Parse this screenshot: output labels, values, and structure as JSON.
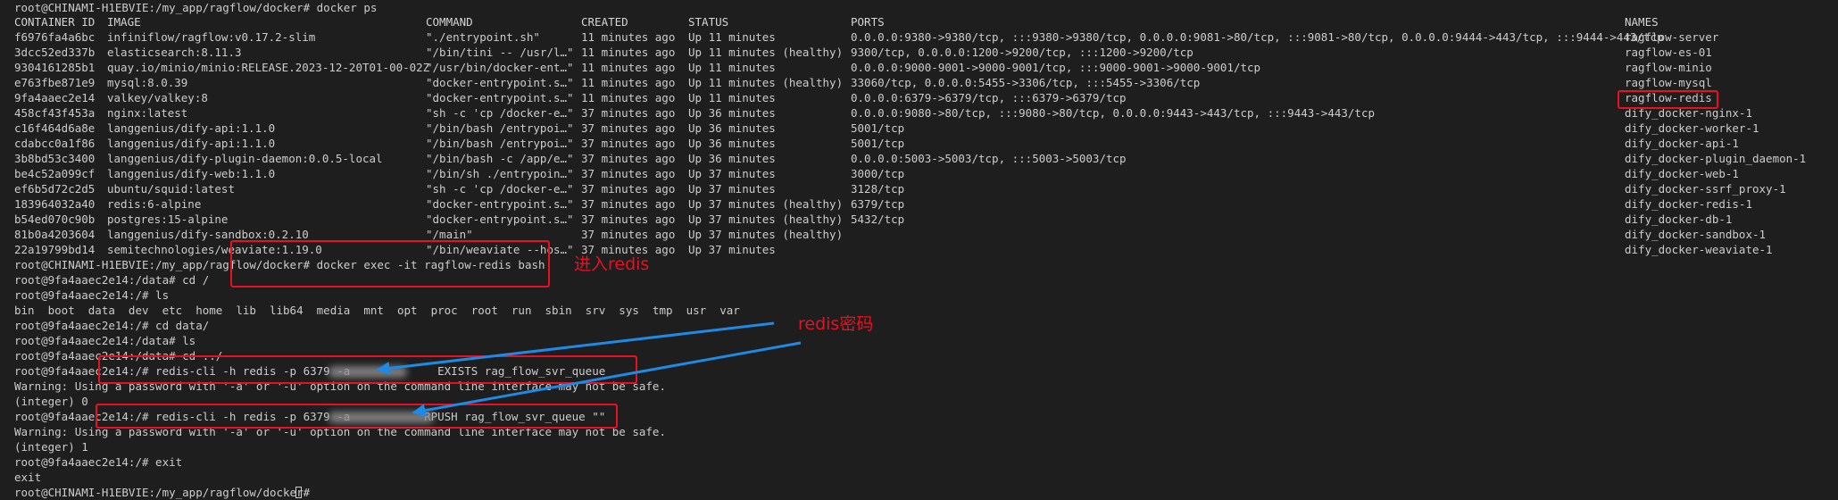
{
  "terminal": {
    "prompt_ps": "root@CHINAMI-H1EBVIE:/my_app/ragflow/docker# docker ps",
    "headers": [
      "CONTAINER ID",
      "IMAGE",
      "COMMAND",
      "CREATED",
      "STATUS",
      "PORTS",
      "NAMES"
    ],
    "rows": [
      [
        "f6976fa4a6bc",
        "infiniflow/ragflow:v0.17.2-slim",
        "\"./entrypoint.sh\"",
        "11 minutes ago",
        "Up 11 minutes",
        "0.0.0.0:9380->9380/tcp, :::9380->9380/tcp, 0.0.0.0:9081->80/tcp, :::9081->80/tcp, 0.0.0.0:9444->443/tcp, :::9444->443/tcp",
        "ragflow-server"
      ],
      [
        "3dcc52ed337b",
        "elasticsearch:8.11.3",
        "\"/bin/tini -- /usr/l…\"",
        "11 minutes ago",
        "Up 11 minutes (healthy)",
        "9300/tcp, 0.0.0.0:1200->9200/tcp, :::1200->9200/tcp",
        "ragflow-es-01"
      ],
      [
        "9304161285b1",
        "quay.io/minio/minio:RELEASE.2023-12-20T01-00-02Z",
        "\"/usr/bin/docker-ent…\"",
        "11 minutes ago",
        "Up 11 minutes",
        "0.0.0.0:9000-9001->9000-9001/tcp, :::9000-9001->9000-9001/tcp",
        "ragflow-minio"
      ],
      [
        "e763fbe871e9",
        "mysql:8.0.39",
        "\"docker-entrypoint.s…\"",
        "11 minutes ago",
        "Up 11 minutes (healthy)",
        "33060/tcp, 0.0.0.0:5455->3306/tcp, :::5455->3306/tcp",
        "ragflow-mysql"
      ],
      [
        "9fa4aaec2e14",
        "valkey/valkey:8",
        "\"docker-entrypoint.s…\"",
        "11 minutes ago",
        "Up 11 minutes",
        "0.0.0.0:6379->6379/tcp, :::6379->6379/tcp",
        "ragflow-redis"
      ],
      [
        "458cf43f453a",
        "nginx:latest",
        "\"sh -c 'cp /docker-e…\"",
        "37 minutes ago",
        "Up 36 minutes",
        "0.0.0.0:9080->80/tcp, :::9080->80/tcp, 0.0.0.0:9443->443/tcp, :::9443->443/tcp",
        "dify_docker-nginx-1"
      ],
      [
        "c16f464d6a8e",
        "langgenius/dify-api:1.1.0",
        "\"/bin/bash /entrypoi…\"",
        "37 minutes ago",
        "Up 36 minutes",
        "5001/tcp",
        "dify_docker-worker-1"
      ],
      [
        "cdabcc0a1f86",
        "langgenius/dify-api:1.1.0",
        "\"/bin/bash /entrypoi…\"",
        "37 minutes ago",
        "Up 36 minutes",
        "5001/tcp",
        "dify_docker-api-1"
      ],
      [
        "3b8bd53c3400",
        "langgenius/dify-plugin-daemon:0.0.5-local",
        "\"/bin/bash -c /app/e…\"",
        "37 minutes ago",
        "Up 36 minutes",
        "0.0.0.0:5003->5003/tcp, :::5003->5003/tcp",
        "dify_docker-plugin_daemon-1"
      ],
      [
        "be4c52a099cf",
        "langgenius/dify-web:1.1.0",
        "\"/bin/sh ./entrypoin…\"",
        "37 minutes ago",
        "Up 37 minutes",
        "3000/tcp",
        "dify_docker-web-1"
      ],
      [
        "ef6b5d72c2d5",
        "ubuntu/squid:latest",
        "\"sh -c 'cp /docker-e…\"",
        "37 minutes ago",
        "Up 37 minutes",
        "3128/tcp",
        "dify_docker-ssrf_proxy-1"
      ],
      [
        "183964032a40",
        "redis:6-alpine",
        "\"docker-entrypoint.s…\"",
        "37 minutes ago",
        "Up 37 minutes (healthy)",
        "6379/tcp",
        "dify_docker-redis-1"
      ],
      [
        "b54ed070c90b",
        "postgres:15-alpine",
        "\"docker-entrypoint.s…\"",
        "37 minutes ago",
        "Up 37 minutes (healthy)",
        "5432/tcp",
        "dify_docker-db-1"
      ],
      [
        "81b0a4203604",
        "langgenius/dify-sandbox:0.2.10",
        "\"/main\"",
        "37 minutes ago",
        "Up 37 minutes (healthy)",
        "",
        "dify_docker-sandbox-1"
      ],
      [
        "22a19799bd14",
        "semitechnologies/weaviate:1.19.0",
        "\"/bin/weaviate --hos…\"",
        "37 minutes ago",
        "Up 37 minutes",
        "",
        "dify_docker-weaviate-1"
      ]
    ],
    "session": [
      "root@CHINAMI-H1EBVIE:/my_app/ragflow/docker# docker exec -it ragflow-redis bash",
      "root@9fa4aaec2e14:/data# cd /",
      "root@9fa4aaec2e14:/# ls",
      "bin  boot  data  dev  etc  home  lib  lib64  media  mnt  opt  proc  root  run  sbin  srv  sys  tmp  usr  var",
      "root@9fa4aaec2e14:/# cd data/",
      "root@9fa4aaec2e14:/data# ls",
      "root@9fa4aaec2e14:/data# cd ../",
      "root@9fa4aaec2e14:/# redis-cli -h redis -p 6379 -a             EXISTS rag_flow_svr_queue",
      "Warning: Using a password with '-a' or '-u' option on the command line interface may not be safe.",
      "(integer) 0",
      "root@9fa4aaec2e14:/# redis-cli -h redis -p 6379 -a           RPUSH rag_flow_svr_queue \"\"",
      "Warning: Using a password with '-a' or '-u' option on the command line interface may not be safe.",
      "(integer) 1",
      "root@9fa4aaec2e14:/# exit",
      "exit",
      "root@CHINAMI-H1EBVIE:/my_app/ragflow/docker# "
    ]
  },
  "annotations": {
    "enter_redis": "进入redis",
    "redis_password": "redis密码"
  },
  "colors": {
    "background": "#1e1e1e",
    "text": "#cccccc",
    "annotation_red": "#e81123",
    "arrow_blue": "#1e8ae6"
  },
  "icons": {
    "cursor": "terminal-block-cursor"
  }
}
